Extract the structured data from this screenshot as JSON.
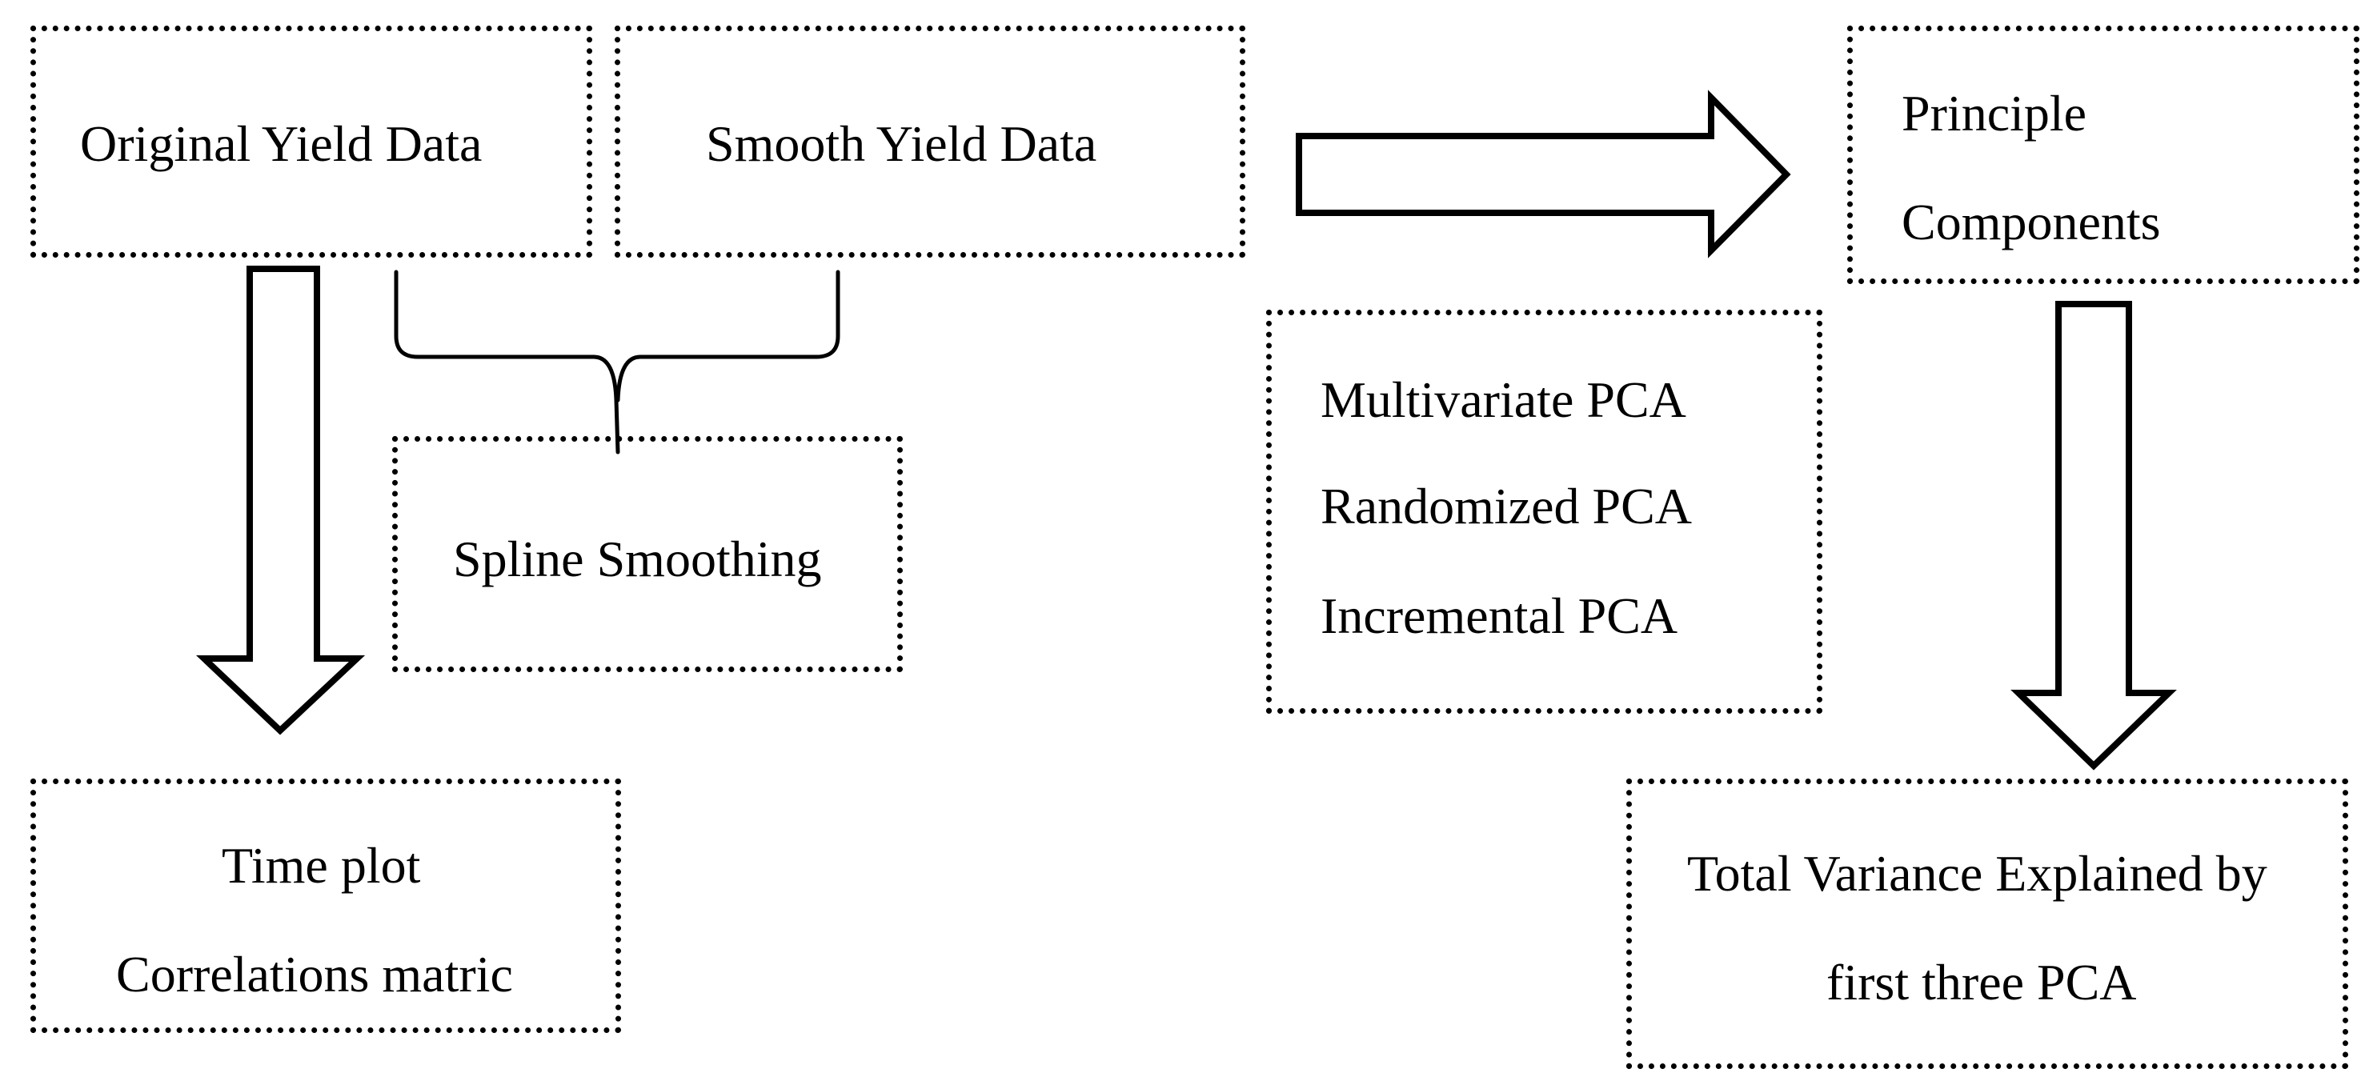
{
  "boxes": {
    "original_yield": {
      "label": "Original Yield Data"
    },
    "smooth_yield": {
      "label": "Smooth Yield Data"
    },
    "spline_smoothing": {
      "label": "Spline Smoothing"
    },
    "time_plot": {
      "lines": [
        "Time plot",
        "Correlations matric"
      ]
    },
    "pca_methods": {
      "lines": [
        "Multivariate PCA",
        "Randomized PCA",
        "Incremental PCA"
      ]
    },
    "principle_components": {
      "lines": [
        "Principle",
        "Components"
      ]
    },
    "total_variance": {
      "lines": [
        "Total Variance Explained by",
        "first three PCA"
      ]
    }
  },
  "colors": {
    "stroke": "#000000",
    "background": "#ffffff"
  }
}
